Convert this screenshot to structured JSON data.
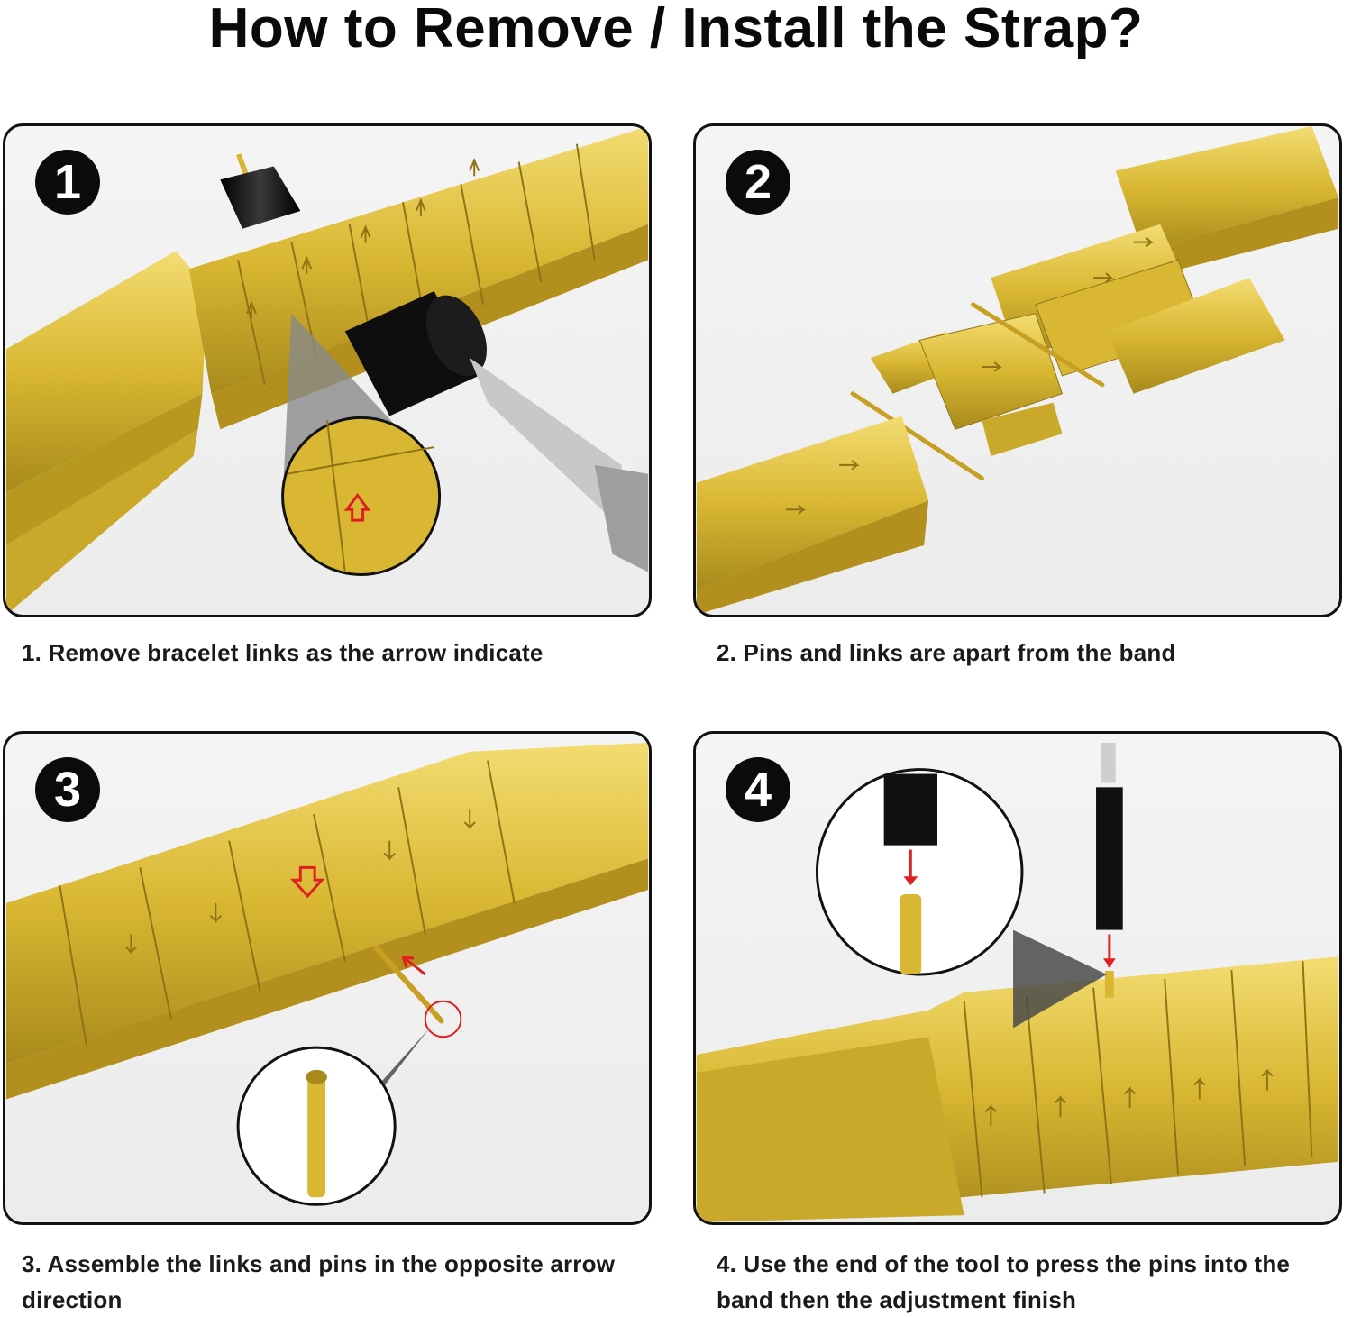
{
  "header": {
    "title": "How to Remove / Install the Strap?"
  },
  "steps": [
    {
      "badge": "1",
      "caption": "1. Remove bracelet links as the arrow indicate"
    },
    {
      "badge": "2",
      "caption": "2. Pins and links are apart from the band"
    },
    {
      "badge": "3",
      "caption": "3. Assemble the links and pins in the opposite arrow direction"
    },
    {
      "badge": "4",
      "caption": "4. Use the end of the tool to press the pins into the band then the adjustment finish"
    }
  ],
  "colors": {
    "gold": "#d9b732",
    "gold_dark": "#a88a1c",
    "gold_light": "#f1d86a",
    "tool_black": "#111111",
    "arrow_red": "#e02020",
    "badge": "#0b0b0b"
  },
  "icons": [
    "arrow-up-icon",
    "arrow-right-icon",
    "arrow-down-icon",
    "magnifier-inset",
    "pin-tool-icon"
  ]
}
